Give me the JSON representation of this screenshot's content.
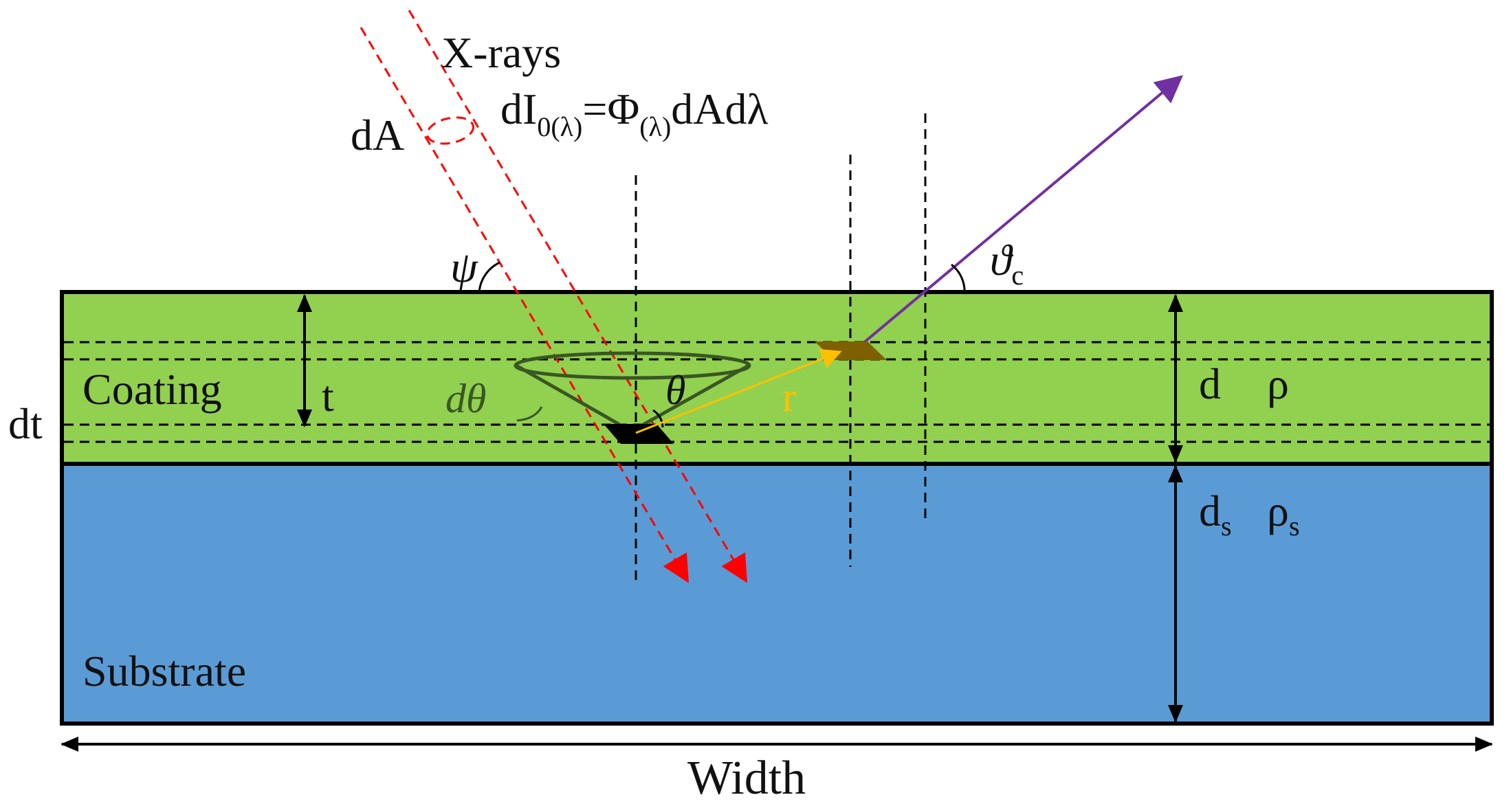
{
  "labels": {
    "xrays": "X-rays",
    "dA": "dA",
    "intensity_main": "dI",
    "intensity_sub1": "0(λ)",
    "intensity_mid": "=Φ",
    "intensity_sub2": "(λ)",
    "intensity_tail": "dAdλ",
    "psi": "ψ",
    "theta_c": "ϑ",
    "theta_c_sub": "c",
    "coating": "Coating",
    "t": "t",
    "dt": "dt",
    "d_theta": "dθ",
    "theta": "θ",
    "r": "r",
    "d": "d",
    "rho": "ρ",
    "ds": "d",
    "ds_sub": "s",
    "rho_s": "ρ",
    "rho_s_sub": "s",
    "substrate": "Substrate",
    "width": "Width"
  },
  "colors": {
    "coating": "#92d050",
    "substrate": "#5b9bd5",
    "xray": "#ff0000",
    "fluorescence": "#7030a0",
    "r_vector": "#ffc000",
    "cone": "#385723",
    "element_brown": "#7f6000",
    "outline": "#000000"
  }
}
